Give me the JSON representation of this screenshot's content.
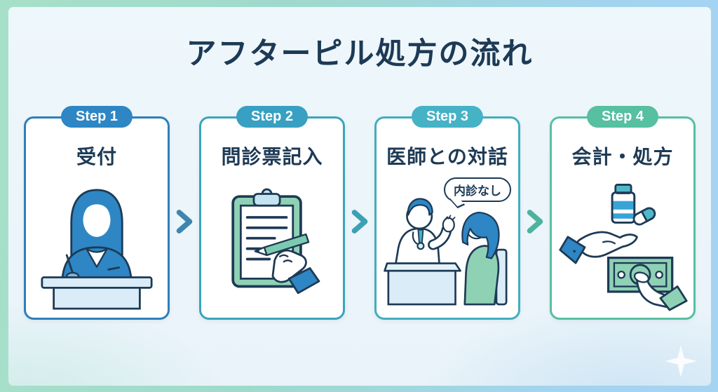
{
  "title": "アフターピル処方の流れ",
  "steps": [
    {
      "badge": "Step 1",
      "label": "受付",
      "illustration": "receptionist-at-desk",
      "badge_color": "#2e86c4",
      "border_color": "#2e7fb8"
    },
    {
      "badge": "Step 2",
      "label": "問診票記入",
      "illustration": "clipboard-writing",
      "badge_color": "#38a0c2",
      "border_color": "#3ba4bc"
    },
    {
      "badge": "Step 3",
      "label": "医師との対話",
      "illustration": "doctor-patient-consultation",
      "bubble_text": "内診なし",
      "badge_color": "#45b2c6",
      "border_color": "#43adbf"
    },
    {
      "badge": "Step 4",
      "label": "会計・処方",
      "illustration": "payment-and-medicine",
      "badge_color": "#56c0a0",
      "border_color": "#57bfa2"
    }
  ],
  "arrows": [
    {
      "icon": "chevron-right-icon",
      "color": "#3e86ae"
    },
    {
      "icon": "chevron-right-icon",
      "color": "#3da0b4"
    },
    {
      "icon": "chevron-right-icon",
      "color": "#4db39f"
    }
  ],
  "colors": {
    "frame_gradient_left": "#a7e0c9",
    "frame_gradient_right": "#a2d4f0",
    "panel_background": "#ecf5fa",
    "title_text": "#1d3a55",
    "card_background": "#ffffff",
    "illustration_blue": "#2e86c4",
    "illustration_green": "#8fd1b4",
    "illustration_light_blue": "#d9ecf7",
    "outline_navy": "#1d3a55"
  }
}
